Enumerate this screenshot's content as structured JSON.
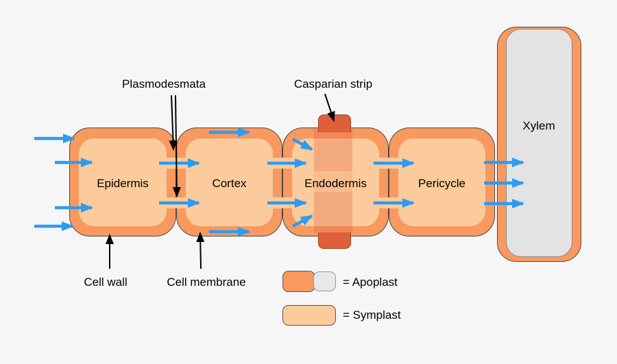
{
  "cells": [
    {
      "label": "Epidermis"
    },
    {
      "label": "Cortex"
    },
    {
      "label": "Endodermis"
    },
    {
      "label": "Pericycle"
    }
  ],
  "xylem": {
    "label": "Xylem"
  },
  "annotations": {
    "plasmodesmata": "Plasmodesmata",
    "casparian_strip": "Casparian strip",
    "cell_wall": "Cell wall",
    "cell_membrane": "Cell membrane"
  },
  "legend": {
    "apoplast_label": "= Apoplast",
    "symplast_label": "= Symplast"
  },
  "colors": {
    "background": "#F6F6F6",
    "cell-wall": "#F8995F",
    "cell-interior": "#FCCB9C",
    "casparian": "#E05F3B",
    "xylem-fill": "#E3E3E3",
    "arrow-blue": "#2E9BF0",
    "outline": "#4A4A4A",
    "text": "#000000"
  }
}
